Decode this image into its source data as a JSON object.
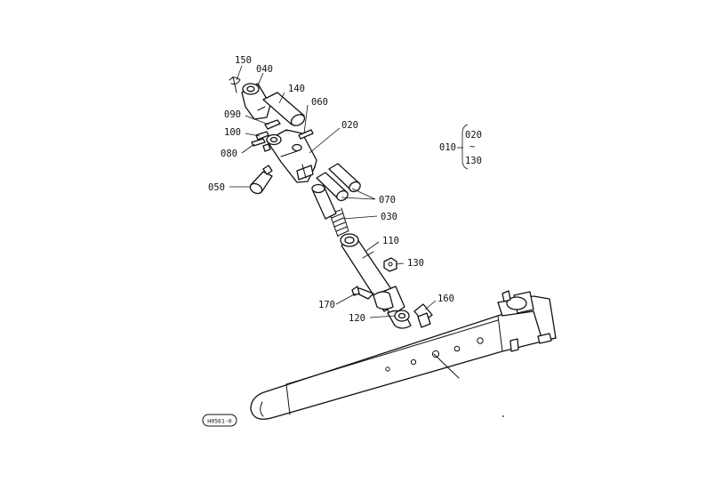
{
  "callouts": {
    "c150": "150",
    "c040": "040",
    "c140": "140",
    "c090": "090",
    "c060": "060",
    "c020": "020",
    "c100": "100",
    "c080": "080",
    "c050": "050",
    "c070": "070",
    "c030": "030",
    "c110": "110",
    "c130": "130",
    "c160": "160",
    "c170": "170",
    "c120": "120"
  },
  "assembly": {
    "parent": "010",
    "range_start": "020",
    "range_sep": "~",
    "range_end": "130"
  },
  "stamp": "H0561-0"
}
